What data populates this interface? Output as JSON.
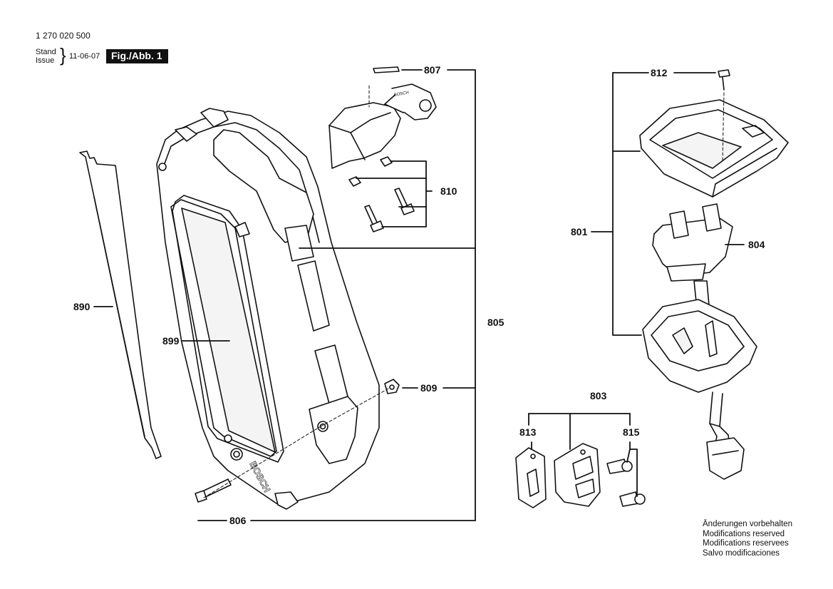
{
  "header": {
    "doc_number": "1 270 020 500",
    "stand": "Stand",
    "issue": "Issue",
    "date": "11-06-07",
    "figure": "Fig./Abb. 1"
  },
  "labels": {
    "p807": "807",
    "p810": "810",
    "p805": "805",
    "p809": "809",
    "p806": "806",
    "p890": "890",
    "p899": "899",
    "p812": "812",
    "p801": "801",
    "p804": "804",
    "p803": "803",
    "p813": "813",
    "p815": "815"
  },
  "brand_text": "BOSCH",
  "key_text": "BOSCH",
  "notes": [
    "Änderungen vorbehalten",
    "Modifications reserved",
    "Modifications reservees",
    "Salvo modificaciones"
  ]
}
